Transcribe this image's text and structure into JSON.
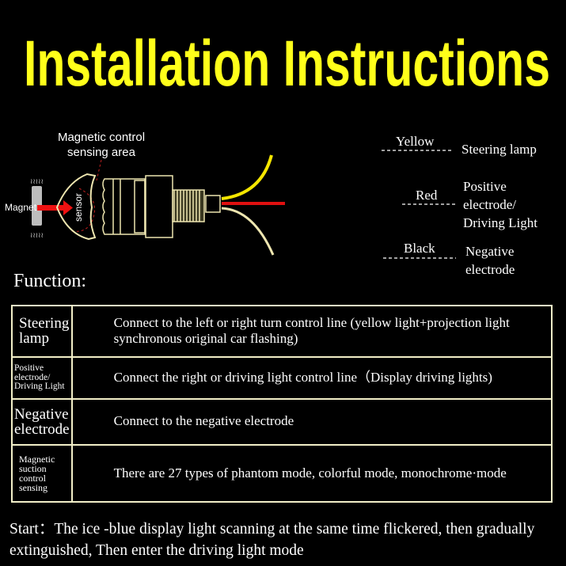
{
  "title": "Installation Instructions",
  "diagram": {
    "sensing_area_label": [
      "Magnetic control",
      "sensing area"
    ],
    "magnet_label": "Magnet",
    "sensor_label": "sensor",
    "wires": [
      {
        "color_name": "Yellow",
        "function": [
          "Steering lamp"
        ],
        "color": "#f5e600"
      },
      {
        "color_name": "Red",
        "function": [
          "Positive",
          "electrode/",
          "Driving Light"
        ],
        "color": "#e01010"
      },
      {
        "color_name": "Black",
        "function": [
          "Negative",
          "electrode"
        ],
        "color": "#f0ecc0"
      }
    ]
  },
  "function_heading": "Function:",
  "table": [
    {
      "key": "Steering lamp",
      "value": "Connect to the left or right turn control line (yellow light+projection light synchronous original car flashing)"
    },
    {
      "key": "Positive electrode/ Driving Light",
      "value": "Connect the right or driving light control line（Display driving lights)"
    },
    {
      "key": "Negative electrode",
      "value": "Connect to the negative electrode"
    },
    {
      "key": "Magnetic suction control sensing",
      "value": "There are 27 types of phantom mode, colorful mode, monochrome·mode"
    }
  ],
  "start_text": "Start：The ice -blue display light scanning at the same time flickered, then gradually extinguished, Then enter the driving light mode",
  "colors": {
    "title": "#ffff1a",
    "background": "#000000",
    "table_border": "#f2efc8"
  }
}
